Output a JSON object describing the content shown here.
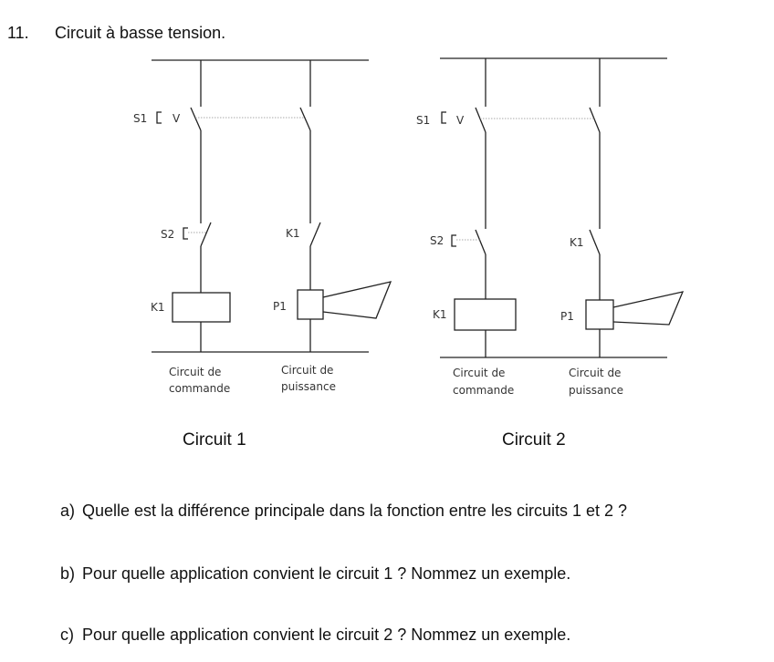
{
  "question": {
    "number": "11.",
    "title": "Circuit à basse tension."
  },
  "diagram1": {
    "caption": "Circuit 1",
    "s1": "S1",
    "s2": "S2",
    "k1_contact": "K1",
    "k1_coil": "K1",
    "p1": "P1",
    "control_label_line1": "Circuit de",
    "control_label_line2": "commande",
    "power_label_line1": "Circuit de",
    "power_label_line2": "puissance"
  },
  "diagram2": {
    "caption": "Circuit 2",
    "s1": "S1",
    "s2": "S2",
    "k1_contact": "K1",
    "k1_coil": "K1",
    "p1": "P1",
    "control_label_line1": "Circuit de",
    "control_label_line2": "commande",
    "power_label_line1": "Circuit de",
    "power_label_line2": "puissance"
  },
  "subquestions": [
    {
      "label": "a)",
      "text": "Quelle est la différence principale dans la fonction entre les circuits 1 et 2 ?"
    },
    {
      "label": "b)",
      "text": "Pour quelle application convient le circuit 1 ? Nommez un exemple."
    },
    {
      "label": "c)",
      "text": "Pour quelle application convient le circuit 2 ? Nommez un exemple."
    }
  ]
}
